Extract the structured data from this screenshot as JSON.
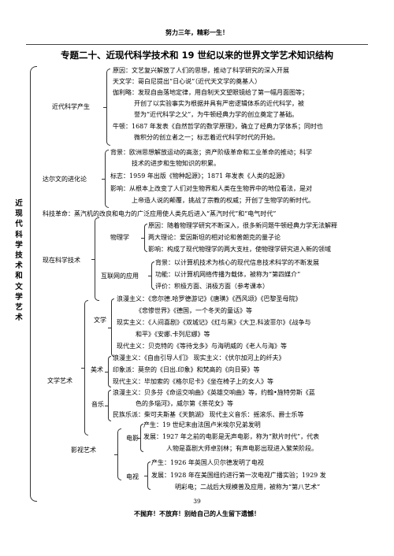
{
  "header": {
    "motto": "努力三年，精彩一生！"
  },
  "title": "专题二十、近现代科学技术和 19 世纪以来的世界文学艺术知识结构",
  "side_title": [
    "近",
    "现",
    "代",
    "科",
    "学",
    "技",
    "术",
    "和",
    "文",
    "学",
    "艺",
    "术"
  ],
  "sections": {
    "modern_science": {
      "label": "近代科学产生",
      "lines": [
        "原因：文艺复兴解放了人们的思想，推动了科学研究的深入开展",
        "天文学：哥白尼提出“日心说”（近代天文学的奠基人）",
        "伽利略：发现自由落地定律，用自制天文望眼镜给了第一幅月面图等；",
        "开创了以实验事实为根据并具有严密逻辑体系的近代科学，被",
        "誉为“近代科学之父”，为牛顿经典力学的创立奠定了基础。",
        "牛顿：1687 年发表《自然哲学的数学原理》，确立了经典力学体系；同时也",
        "微积分的创立者之一；标志着近代科学时代的开始。"
      ]
    },
    "darwin": {
      "label": "达尔文的进化论",
      "lines": [
        "背景：欧洲思想解放运动的高涨；资产阶级革命和工业革命的推动；科学",
        "技术的进步和生物知识的积累。",
        "标志：1959 年出版《物种起源》；1871 年发表《人类的起源》",
        "影响：从根本上改变了人们对生物界和人类在生物界中的地位看法，是对",
        "上帝造人说的颠覆，挑战了宗教的权威；开创了生物学的新时代。"
      ]
    },
    "tech_line": "科技革命：蒸汽机的改良和电力的广泛应用使人类先后进入“蒸汽时代”和“电气时代”",
    "modern_sci_tech": {
      "label": "现在科学技术",
      "physics": {
        "label": "物理学",
        "lines": [
          "原因：随着物理学研究不断深入，很多新问题牛顿经典力学无法解释",
          "两大理论：爱因斯坦的相对论和普朗克的量子论",
          "影响：构成了现代物理学的两大支柱，使物理学研究进入新的领域"
        ]
      },
      "internet": {
        "label": "互联网的应用",
        "lines": [
          "背景：以计算机技术为核心的现代信息技术科学的不断发展",
          "功能：以计算机网络传播为载体，被称为“第四媒介”",
          "评价：积极方面、消极方面（参考课本）"
        ]
      }
    },
    "literature_art": {
      "label": "文学艺术",
      "literature": {
        "label": "文学",
        "lines": [
          "浪漫主义：《悲尔德.哈罗德游记》《唐璜》《西风颂》《巴黎圣母院》",
          "《悲惨世界》《德国，一个冬天的童话》等",
          "现实主义：《人间喜剧》《双城记》《红与黑》《大卫.科波菲尔》《战争与",
          "和平》《安娜.卡列尼娜》等",
          "现代主义：贝克特的《等待戈多》与海明威的《老人与海》等"
        ]
      },
      "fine_art": {
        "label": "美术",
        "lines": [
          "浪漫主义：《自由引导人们》  现实主义：《伏尔加河上的纤夫》",
          "印象派：莫奈的《日出.印象》和梵高的《向日葵》等",
          "现代主义：毕加索的《格尔尼卡》《坐在椅子上的女人》等"
        ]
      },
      "music": {
        "label": "音乐",
        "lines": [
          "浪漫主义：贝多芬《命运交响曲》《英雄交响曲》等，约翰•施特劳斯《蓝",
          "色的多瑙河》，威尔第《茶花女》等",
          "民族乐派：柴可夫斯基《天鹅湖》  现代主义音乐：摇滚乐、爵士乐等"
        ]
      }
    },
    "film_tv": {
      "label": "影视艺术",
      "film": {
        "label": "电影",
        "lines": [
          "产生：19 世纪末由法国卢米埃尔兄弟发明",
          "发展：1927 年之前的电影是无声电影，称为“默片时代”，代表",
          "人物是喜剧大师卓别林；有声电影出现进入繁荣阶段。"
        ]
      },
      "tv": {
        "label": "电视",
        "lines": [
          "产生：1926 年英国人贝尔德发明了电视",
          "发展：1928 年在美国纽约进行第一次电视广播实验；1929 发",
          "明彩电；二战后大规模普及应用，被称为“第八艺术”"
        ]
      }
    }
  },
  "footer": {
    "page_number": "39",
    "motto": "不抛弃！不放弃！别给自己的人生留下遗憾！"
  }
}
